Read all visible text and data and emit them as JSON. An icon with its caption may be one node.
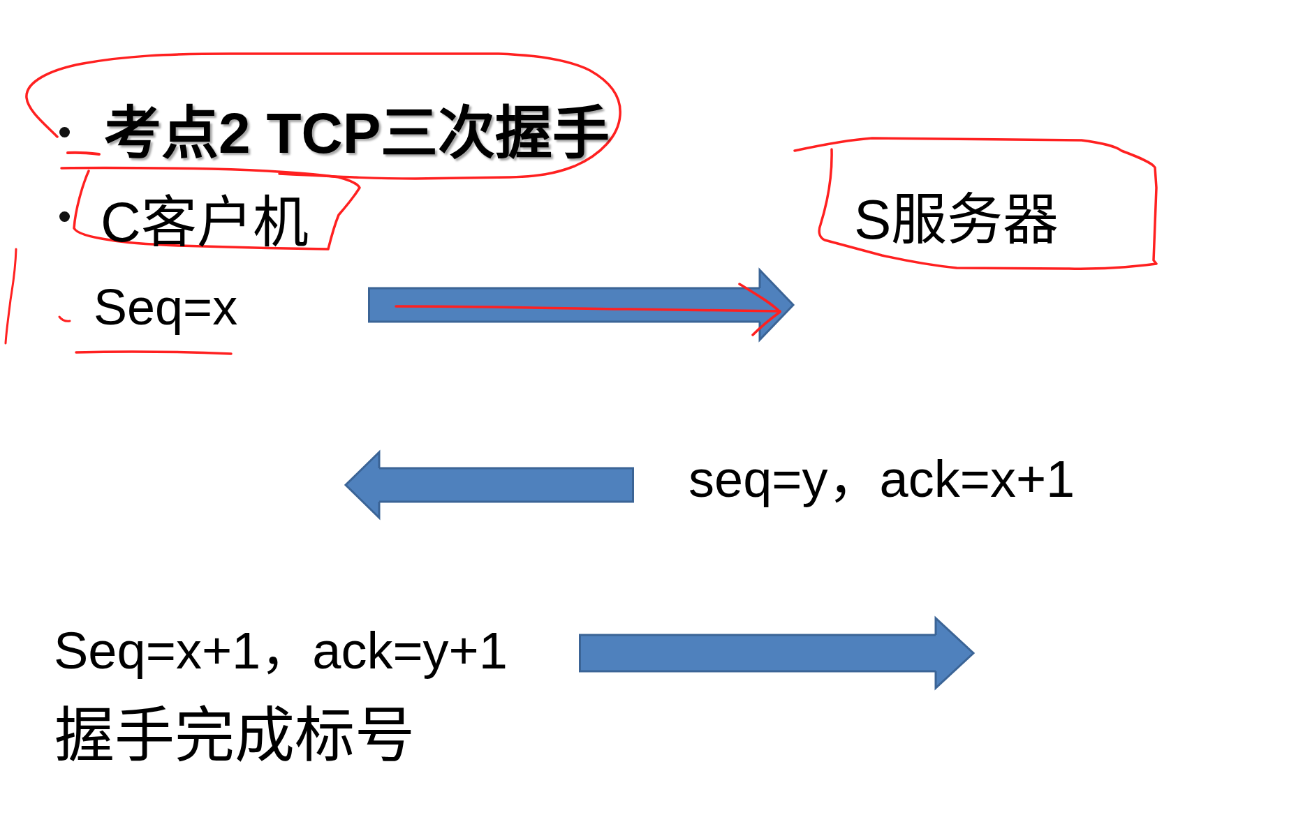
{
  "diagram": {
    "nodes": [
      {
        "text": [
          "考点2 TCP三次握手"
        ]
      },
      {
        "text": [
          "C客户机"
        ]
      },
      {
        "text": [
          "S服务器"
        ]
      },
      {
        "text": [
          "seq=y，ack=x+1"
        ]
      },
      {
        "text": [
          "Seq=x+1，ack=y+1"
        ]
      }
    ],
    "edges": [
      {
        "from": null,
        "to": 2,
        "arrow": "to"
      },
      {
        "from": 3,
        "to": null,
        "arrow": "to"
      },
      {
        "from": 4,
        "to": null,
        "arrow": "to"
      }
    ],
    "labels": [
      "Seq=x",
      "握手完成标号"
    ]
  }
}
